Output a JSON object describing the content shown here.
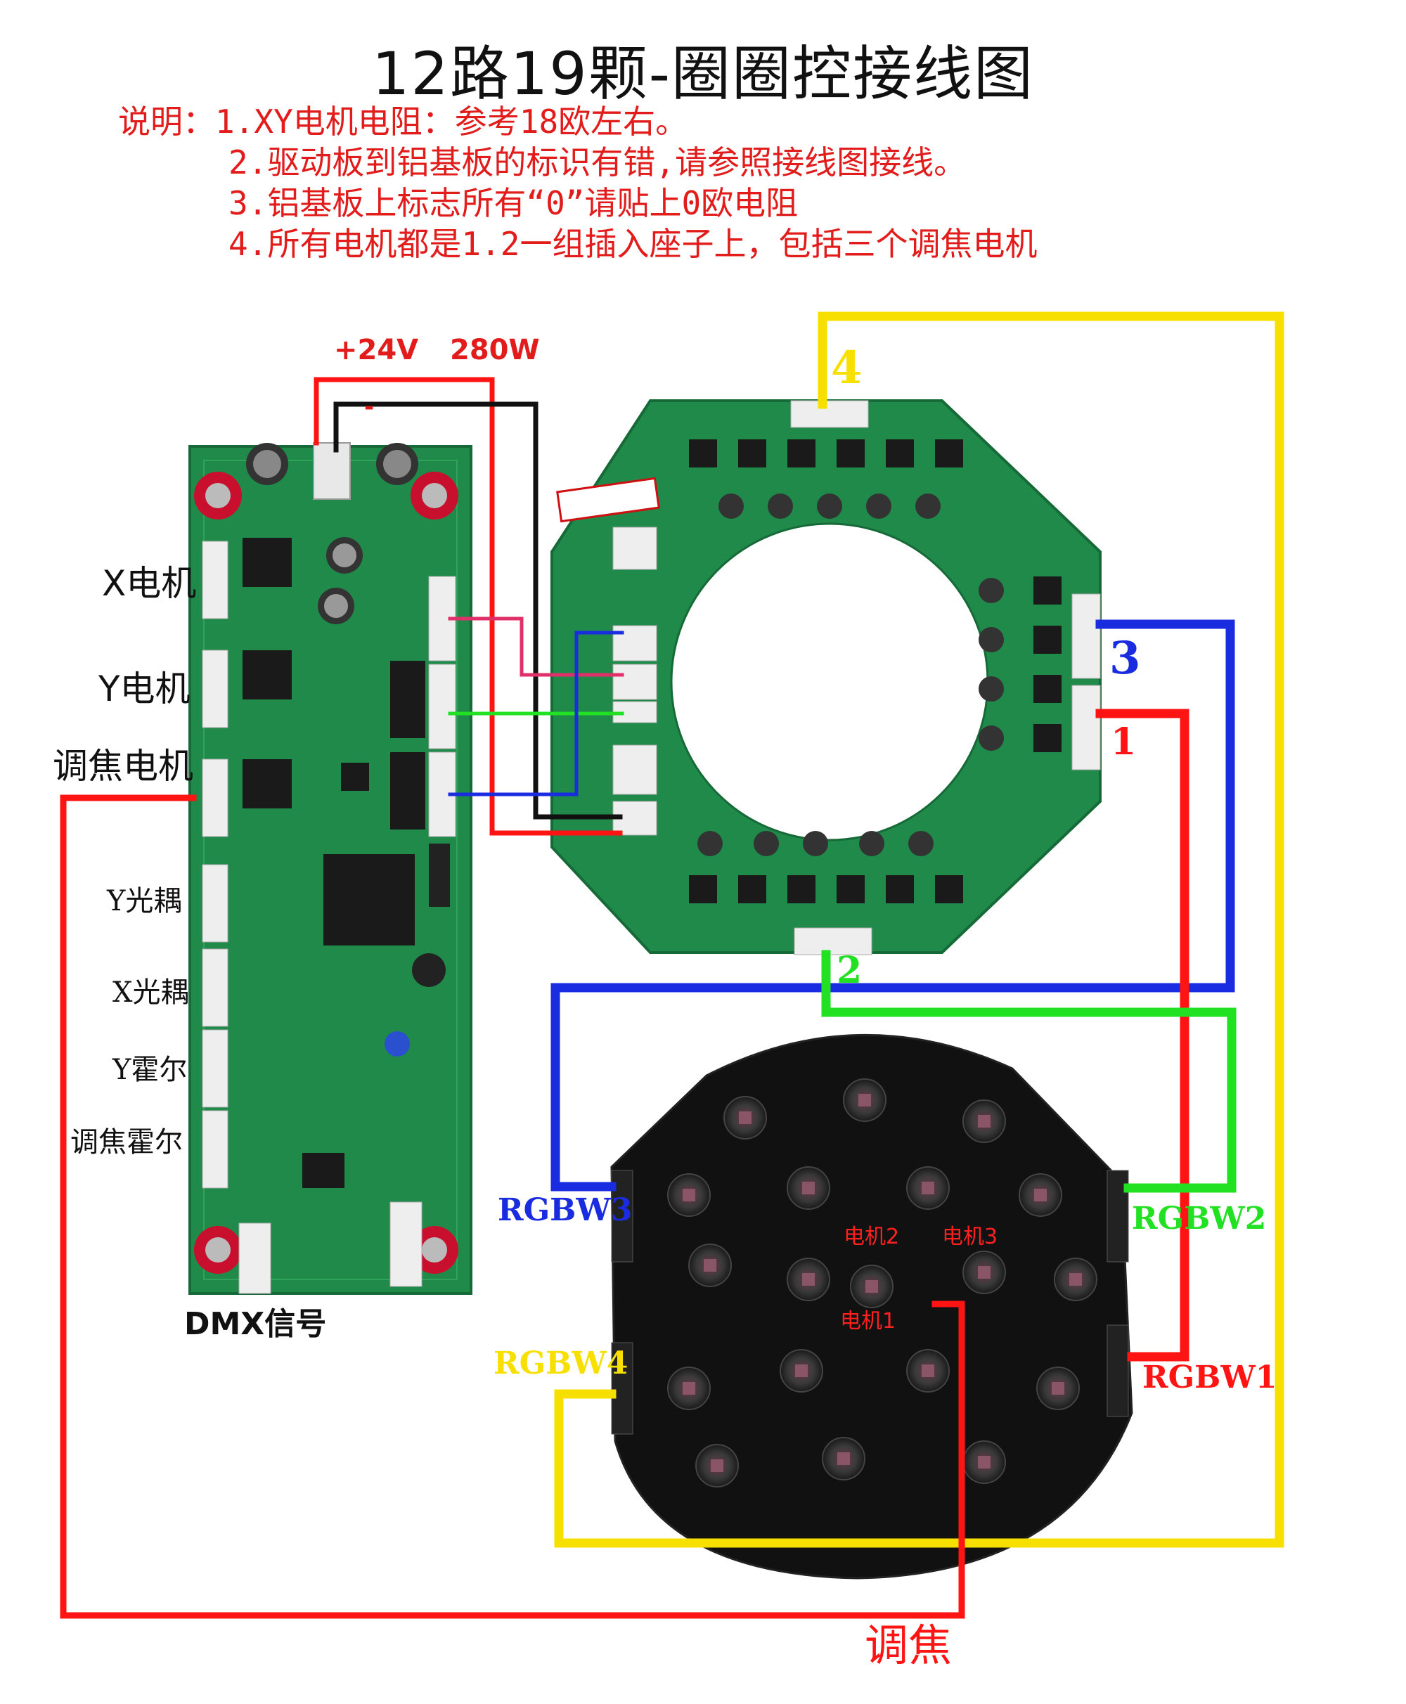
{
  "title": "12路19颗-圈圈控接线图",
  "notes": [
    "说明：1.XY电机电阻：参考18欧左右。",
    "2.驱动板到铝基板的标识有错,请参照接线图接线。",
    "3.铝基板上标志所有“0”请贴上0欧电阻",
    "4.所有电机都是1.2一组插入座子上，包括三个调焦电机"
  ],
  "power": {
    "voltage": "+24V",
    "wattage": "280W",
    "minus": "-"
  },
  "driver_labels": {
    "x_motor": "X电机",
    "y_motor": "Y电机",
    "focus_motor": "调焦电机",
    "y_opto": "Y光耦",
    "x_opto": "X光耦",
    "y_hall": "Y霍尔",
    "focus_hall": "调焦霍尔",
    "dmx": "DMX信号"
  },
  "led_board_connectors": {
    "c1": "1",
    "c2": "2",
    "c3": "3",
    "c4": "4"
  },
  "rgbw_ports": {
    "p1": "RGBW1",
    "p2": "RGBW2",
    "p3": "RGBW3",
    "p4": "RGBW4"
  },
  "motor_marks": {
    "m1": "电机1",
    "m2": "电机2",
    "m3": "电机3"
  },
  "focus": "调焦",
  "colors": {
    "red": "#ff1414",
    "blue": "#1a2ce0",
    "green": "#22e022",
    "yellow": "#f7e000",
    "black": "#111111",
    "pink": "#e0306a",
    "pcb_green": "#1f8a4a",
    "pcb_black": "#111111",
    "note_red": "#e21b1b"
  }
}
